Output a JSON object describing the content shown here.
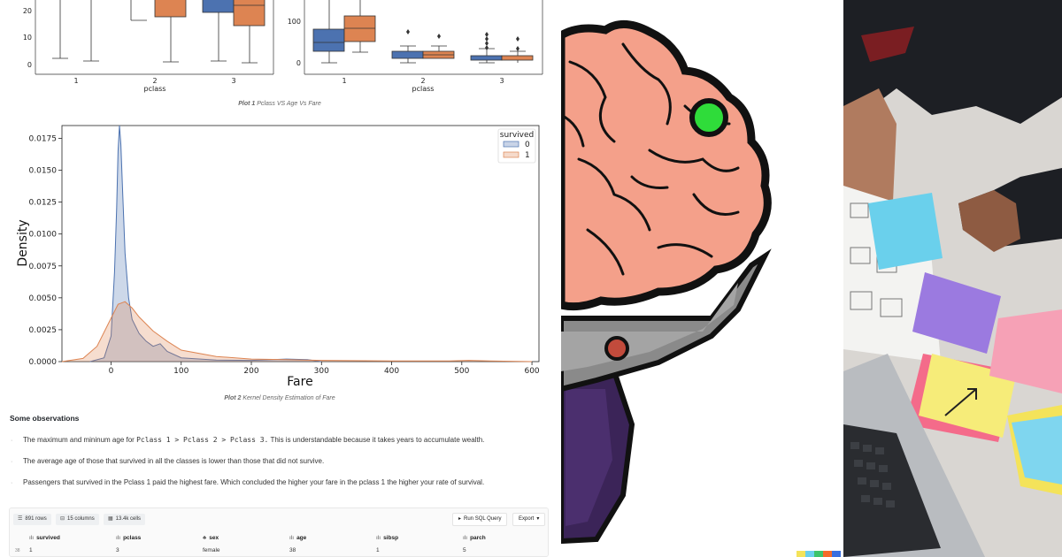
{
  "plot1": {
    "age_yticks": [
      "20",
      "10",
      "0"
    ],
    "fare_yticks": [
      "100",
      "0"
    ],
    "xticks": [
      "1",
      "2",
      "3"
    ],
    "xlabel": "pclass",
    "caption_bold": "Plot 1",
    "caption_rest": " Pclass VS Age Vs Fare"
  },
  "chart_data": {
    "type": "area",
    "title": "",
    "xlabel": "Fare",
    "ylabel": "Density",
    "xlim": [
      -70,
      610
    ],
    "ylim": [
      0,
      0.0185
    ],
    "xticks": [
      0,
      100,
      200,
      300,
      400,
      500,
      600
    ],
    "yticks": [
      "0.0000",
      "0.0025",
      "0.0050",
      "0.0075",
      "0.0100",
      "0.0125",
      "0.0150",
      "0.0175"
    ],
    "legend_title": "survived",
    "legend_position": "top-right",
    "series": [
      {
        "name": "0",
        "color": "#4c72b0",
        "x": [
          -30,
          -10,
          0,
          5,
          8,
          10,
          12,
          14,
          16,
          20,
          25,
          30,
          40,
          50,
          60,
          70,
          80,
          100,
          150,
          200,
          250,
          280,
          300
        ],
        "y": [
          0,
          0.0003,
          0.002,
          0.007,
          0.012,
          0.0165,
          0.0185,
          0.017,
          0.014,
          0.0085,
          0.005,
          0.0033,
          0.0022,
          0.0016,
          0.0012,
          0.0014,
          0.0008,
          0.0003,
          0.00012,
          0.0001,
          0.0002,
          0.00015,
          0
        ]
      },
      {
        "name": "1",
        "color": "#dd8452",
        "x": [
          -70,
          -40,
          -20,
          0,
          10,
          20,
          30,
          40,
          60,
          80,
          100,
          150,
          200,
          250,
          300,
          400,
          480,
          510,
          540,
          600
        ],
        "y": [
          0,
          0.00025,
          0.0012,
          0.0034,
          0.0045,
          0.0047,
          0.0042,
          0.0035,
          0.0024,
          0.0016,
          0.0009,
          0.0004,
          0.0002,
          0.00015,
          0.0001,
          5e-05,
          5e-05,
          0.0001,
          5e-05,
          0
        ]
      }
    ]
  },
  "plot2": {
    "caption_bold": "Plot 2",
    "caption_rest": " Kernel Density Estimation of Fare"
  },
  "observations": {
    "title": "Some observations",
    "item1_pre": "The maximum and mininum age for ",
    "item1_code": "Pclass 1 > Pclass 2 > Pclass 3.",
    "item1_post": " This is understandable because it takes years to accumulate wealth.",
    "item2": "The average age of those that survived in all the classes is lower than those that did not survive.",
    "item3": "Passengers that survived in the Pclass 1 paid the highest fare. Which concluded the higher your fare in the pclass 1 the higher your rate of survival."
  },
  "table": {
    "rows_chip": "891 rows",
    "cols_chip": "15 columns",
    "cells_chip": "13.4k cells",
    "sql_button": "Run SQL Query",
    "export_button": "Export",
    "columns": [
      "survived",
      "pclass",
      "sex",
      "age",
      "sibsp",
      "parch"
    ],
    "row_number": "38",
    "row": [
      "1",
      "3",
      "female",
      "38",
      "1",
      "5"
    ]
  }
}
